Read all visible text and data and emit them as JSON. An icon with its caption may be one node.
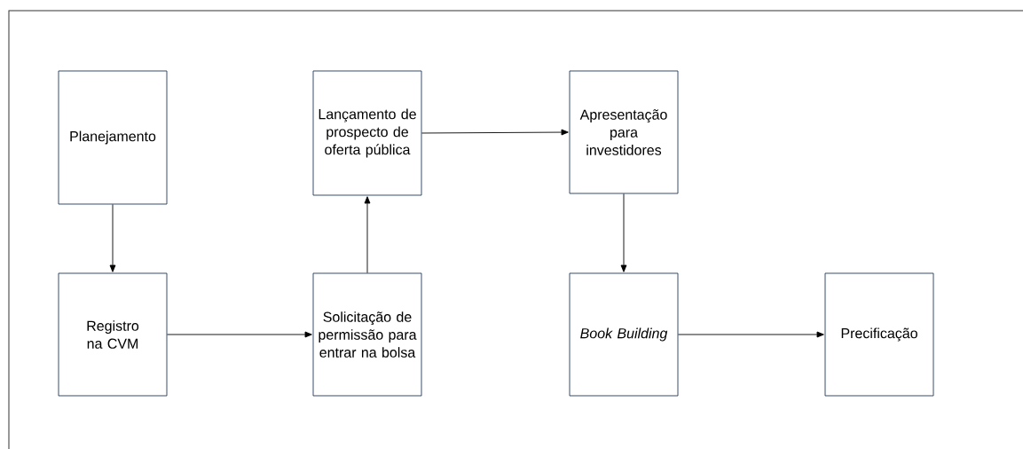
{
  "diagram": {
    "nodes": [
      {
        "text": [
          "Planejamento"
        ]
      },
      {
        "text": [
          "Registro na CVM"
        ]
      },
      {
        "text": [
          "Solicitação de permissão para entrar na bolsa"
        ]
      },
      {
        "text": [
          "Lançamento de prospecto de oferta pública"
        ]
      },
      {
        "text": [
          "Apresentação para investidores"
        ]
      },
      {
        "text": [
          "Book Building"
        ]
      },
      {
        "text": [
          "Precificação"
        ]
      }
    ],
    "edges": [
      {
        "from": 0,
        "to": 1,
        "arrow": "to"
      },
      {
        "from": 1,
        "to": 2,
        "arrow": "to"
      },
      {
        "from": 2,
        "to": 3,
        "arrow": "to"
      },
      {
        "from": 3,
        "to": 4,
        "arrow": "to"
      },
      {
        "from": 4,
        "to": 5,
        "arrow": "to"
      },
      {
        "from": 5,
        "to": 6,
        "arrow": "to"
      }
    ]
  }
}
